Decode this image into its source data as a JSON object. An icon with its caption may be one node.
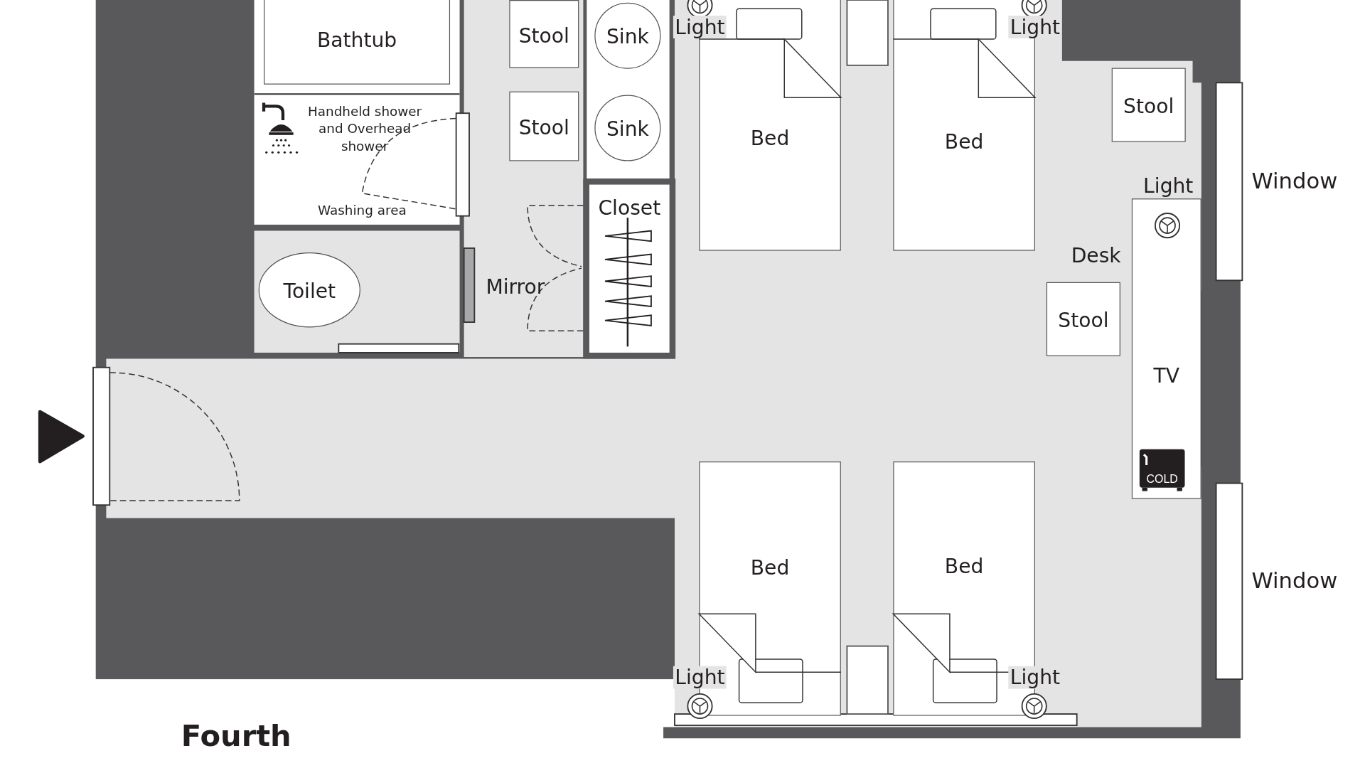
{
  "diagram": {
    "title": "Fourth",
    "nodes": [
      {
        "text": [
          "Bathtub"
        ]
      },
      {
        "text": [
          "Stool"
        ]
      },
      {
        "text": [
          "Sink"
        ]
      },
      {
        "text": [
          "Stool"
        ]
      },
      {
        "text": [
          "Sink"
        ]
      },
      {
        "text": [
          "Closet"
        ]
      },
      {
        "text": [
          "Toilet"
        ]
      },
      {
        "text": [
          "Bed"
        ]
      },
      {
        "text": [
          "Bed"
        ]
      },
      {
        "text": [
          "Stool"
        ]
      },
      {
        "text": [
          "Desk",
          "TV"
        ]
      },
      {
        "text": [
          "Stool"
        ]
      },
      {
        "text": [
          "Bed"
        ]
      },
      {
        "text": [
          "Bed"
        ]
      }
    ],
    "labels": [
      "Light",
      "Light",
      "Handheld shower and Overhead shower",
      "Washing area",
      "Light",
      "Window",
      "Mirror",
      "Window",
      "COLD",
      "Light",
      "Light"
    ]
  }
}
